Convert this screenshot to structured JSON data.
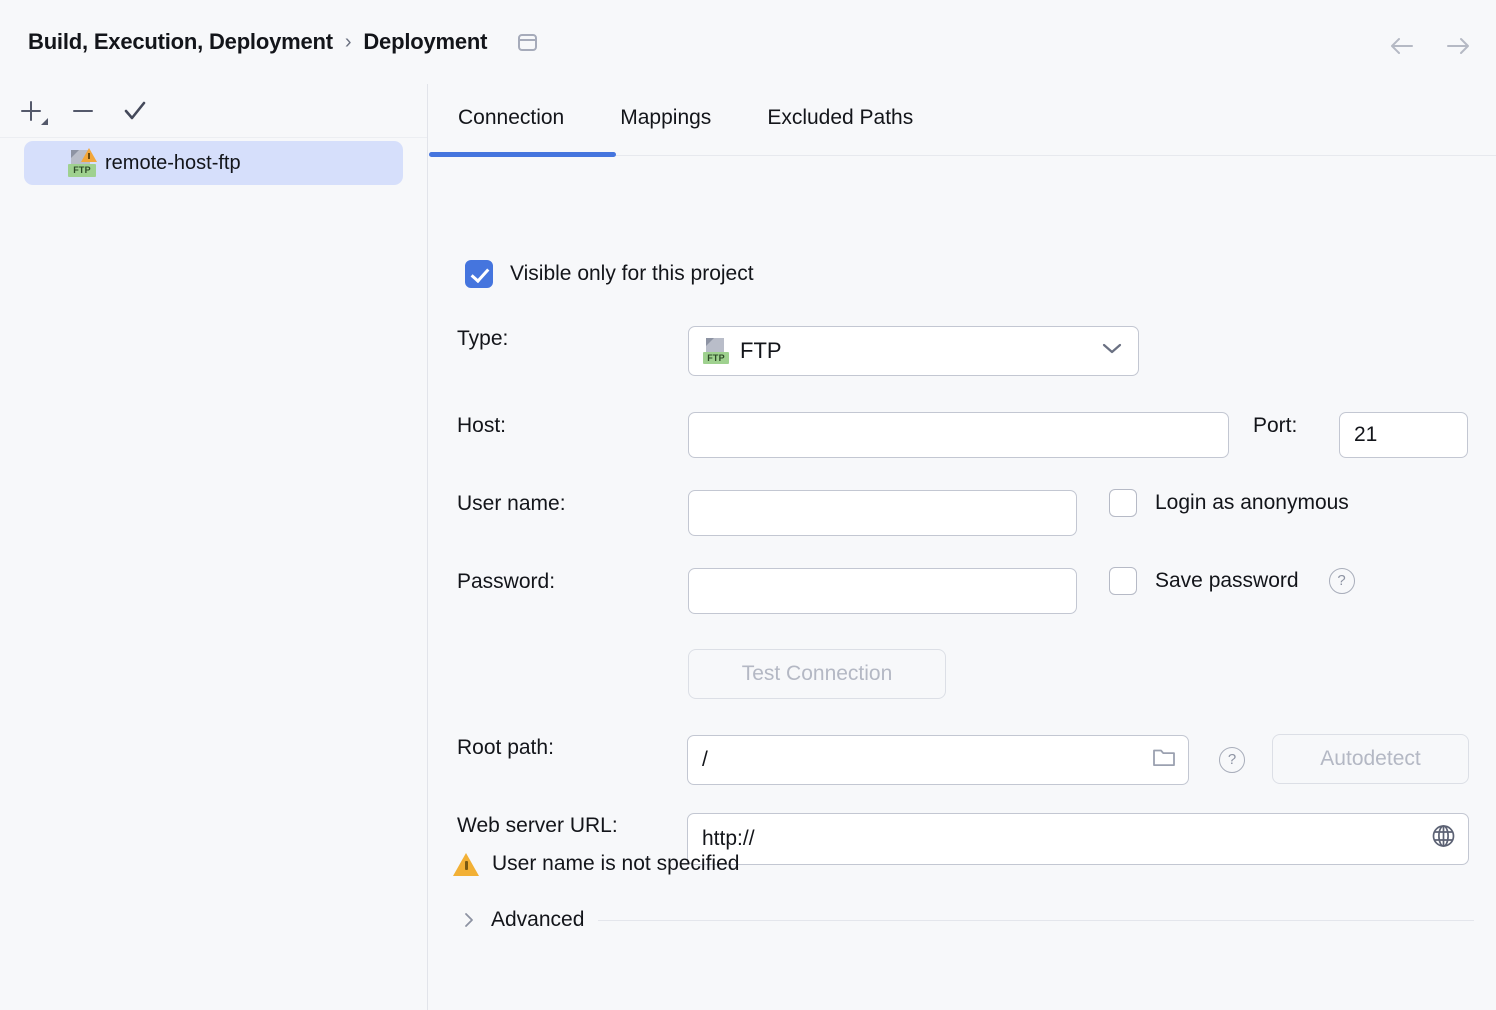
{
  "header": {
    "breadcrumb": [
      "Build, Execution, Deployment",
      "Deployment"
    ],
    "separator": "›",
    "window_icon": "window-icon",
    "back_icon": "arrow-left-icon",
    "forward_icon": "arrow-right-icon"
  },
  "sidebar": {
    "toolbar": {
      "add_label": "+",
      "remove_label": "−",
      "apply_label": "✓"
    },
    "items": [
      {
        "label": "remote-host-ftp",
        "icon": "ftp-warning-icon",
        "badge": "FTP",
        "selected": true
      }
    ]
  },
  "main": {
    "tabs": [
      {
        "label": "Connection",
        "active": true
      },
      {
        "label": "Mappings",
        "active": false
      },
      {
        "label": "Excluded Paths",
        "active": false
      }
    ],
    "visible_only": {
      "label": "Visible only for this project",
      "checked": true
    },
    "type": {
      "label": "Type:",
      "value": "FTP",
      "badge": "FTP"
    },
    "host": {
      "label": "Host:",
      "value": "",
      "placeholder": ""
    },
    "port": {
      "label": "Port:",
      "value": "21"
    },
    "username": {
      "label": "User name:",
      "value": "",
      "placeholder": ""
    },
    "login_anonymous": {
      "label": "Login as anonymous",
      "checked": false
    },
    "password": {
      "label": "Password:",
      "value": "",
      "placeholder": ""
    },
    "save_password": {
      "label": "Save password",
      "checked": false,
      "help_icon": "question-mark-icon"
    },
    "test_connection": {
      "label": "Test Connection",
      "disabled": true
    },
    "root_path": {
      "label": "Root path:",
      "value": "/",
      "browse_icon": "folder-icon",
      "help_icon": "question-mark-icon"
    },
    "autodetect": {
      "label": "Autodetect",
      "disabled": true
    },
    "web_server_url": {
      "label": "Web server URL:",
      "value": "http://",
      "open_icon": "globe-icon"
    },
    "warning": {
      "icon": "warning-triangle-icon",
      "text": "User name is not specified"
    },
    "advanced": {
      "label": "Advanced",
      "expand_icon": "chevron-right-icon",
      "expanded": false
    }
  },
  "colors": {
    "accent": "#4575de",
    "selection": "#d6dffb",
    "background": "#f7f8fa",
    "warning": "#f2b035",
    "ftp_badge": "#9fd18f",
    "disabled_text": "#b4b8c4"
  }
}
